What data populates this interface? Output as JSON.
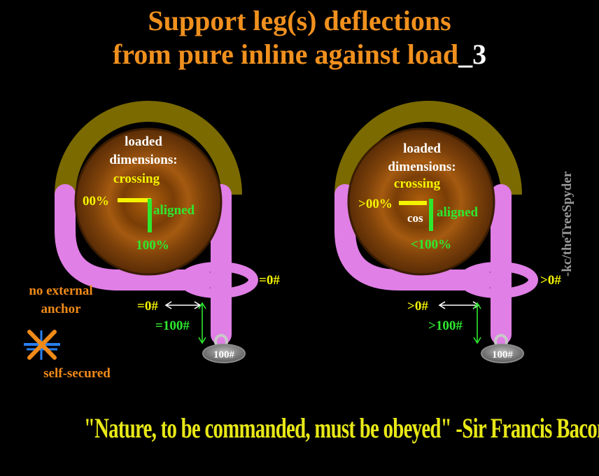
{
  "title": {
    "line1": "Support leg(s) deflections",
    "line2": "from pure inline against load",
    "line2_suffix": "_3"
  },
  "colors": {
    "title": "#f0901e",
    "wrap": "#7a6a00",
    "leg": "#e07fe6",
    "log": "#8a4a0a",
    "yellow": "#f4f400",
    "green": "#2ee82e",
    "orange": "#f08a18",
    "blue": "#2a7ff0"
  },
  "left": {
    "center": {
      "line1": "loaded",
      "line2": "dimensions:",
      "crossing": "crossing",
      "pct_cross": "00%",
      "aligned": "aligned",
      "pct_aligned": "100%"
    },
    "ring_force": "=0#",
    "lateral_force": "=0#",
    "vertical_force": "=100#",
    "weight": "100#"
  },
  "right": {
    "center": {
      "line1": "loaded",
      "line2": "dimensions:",
      "crossing": "crossing",
      "pct_cross": ">00%",
      "cos": "cos",
      "aligned": "aligned",
      "pct_aligned": "<100%"
    },
    "ring_force": ">0#",
    "lateral_force": ">0#",
    "vertical_force": ">100#",
    "weight": "100#"
  },
  "anchor": {
    "line1": "no external",
    "line2": "anchor",
    "icon": "crossed-anchor-icon",
    "status": "self-secured"
  },
  "credit": "-kc/theTreeSpyder",
  "quote": "\"Nature, to be commanded, must be obeyed\" -Sir Francis Bacon"
}
